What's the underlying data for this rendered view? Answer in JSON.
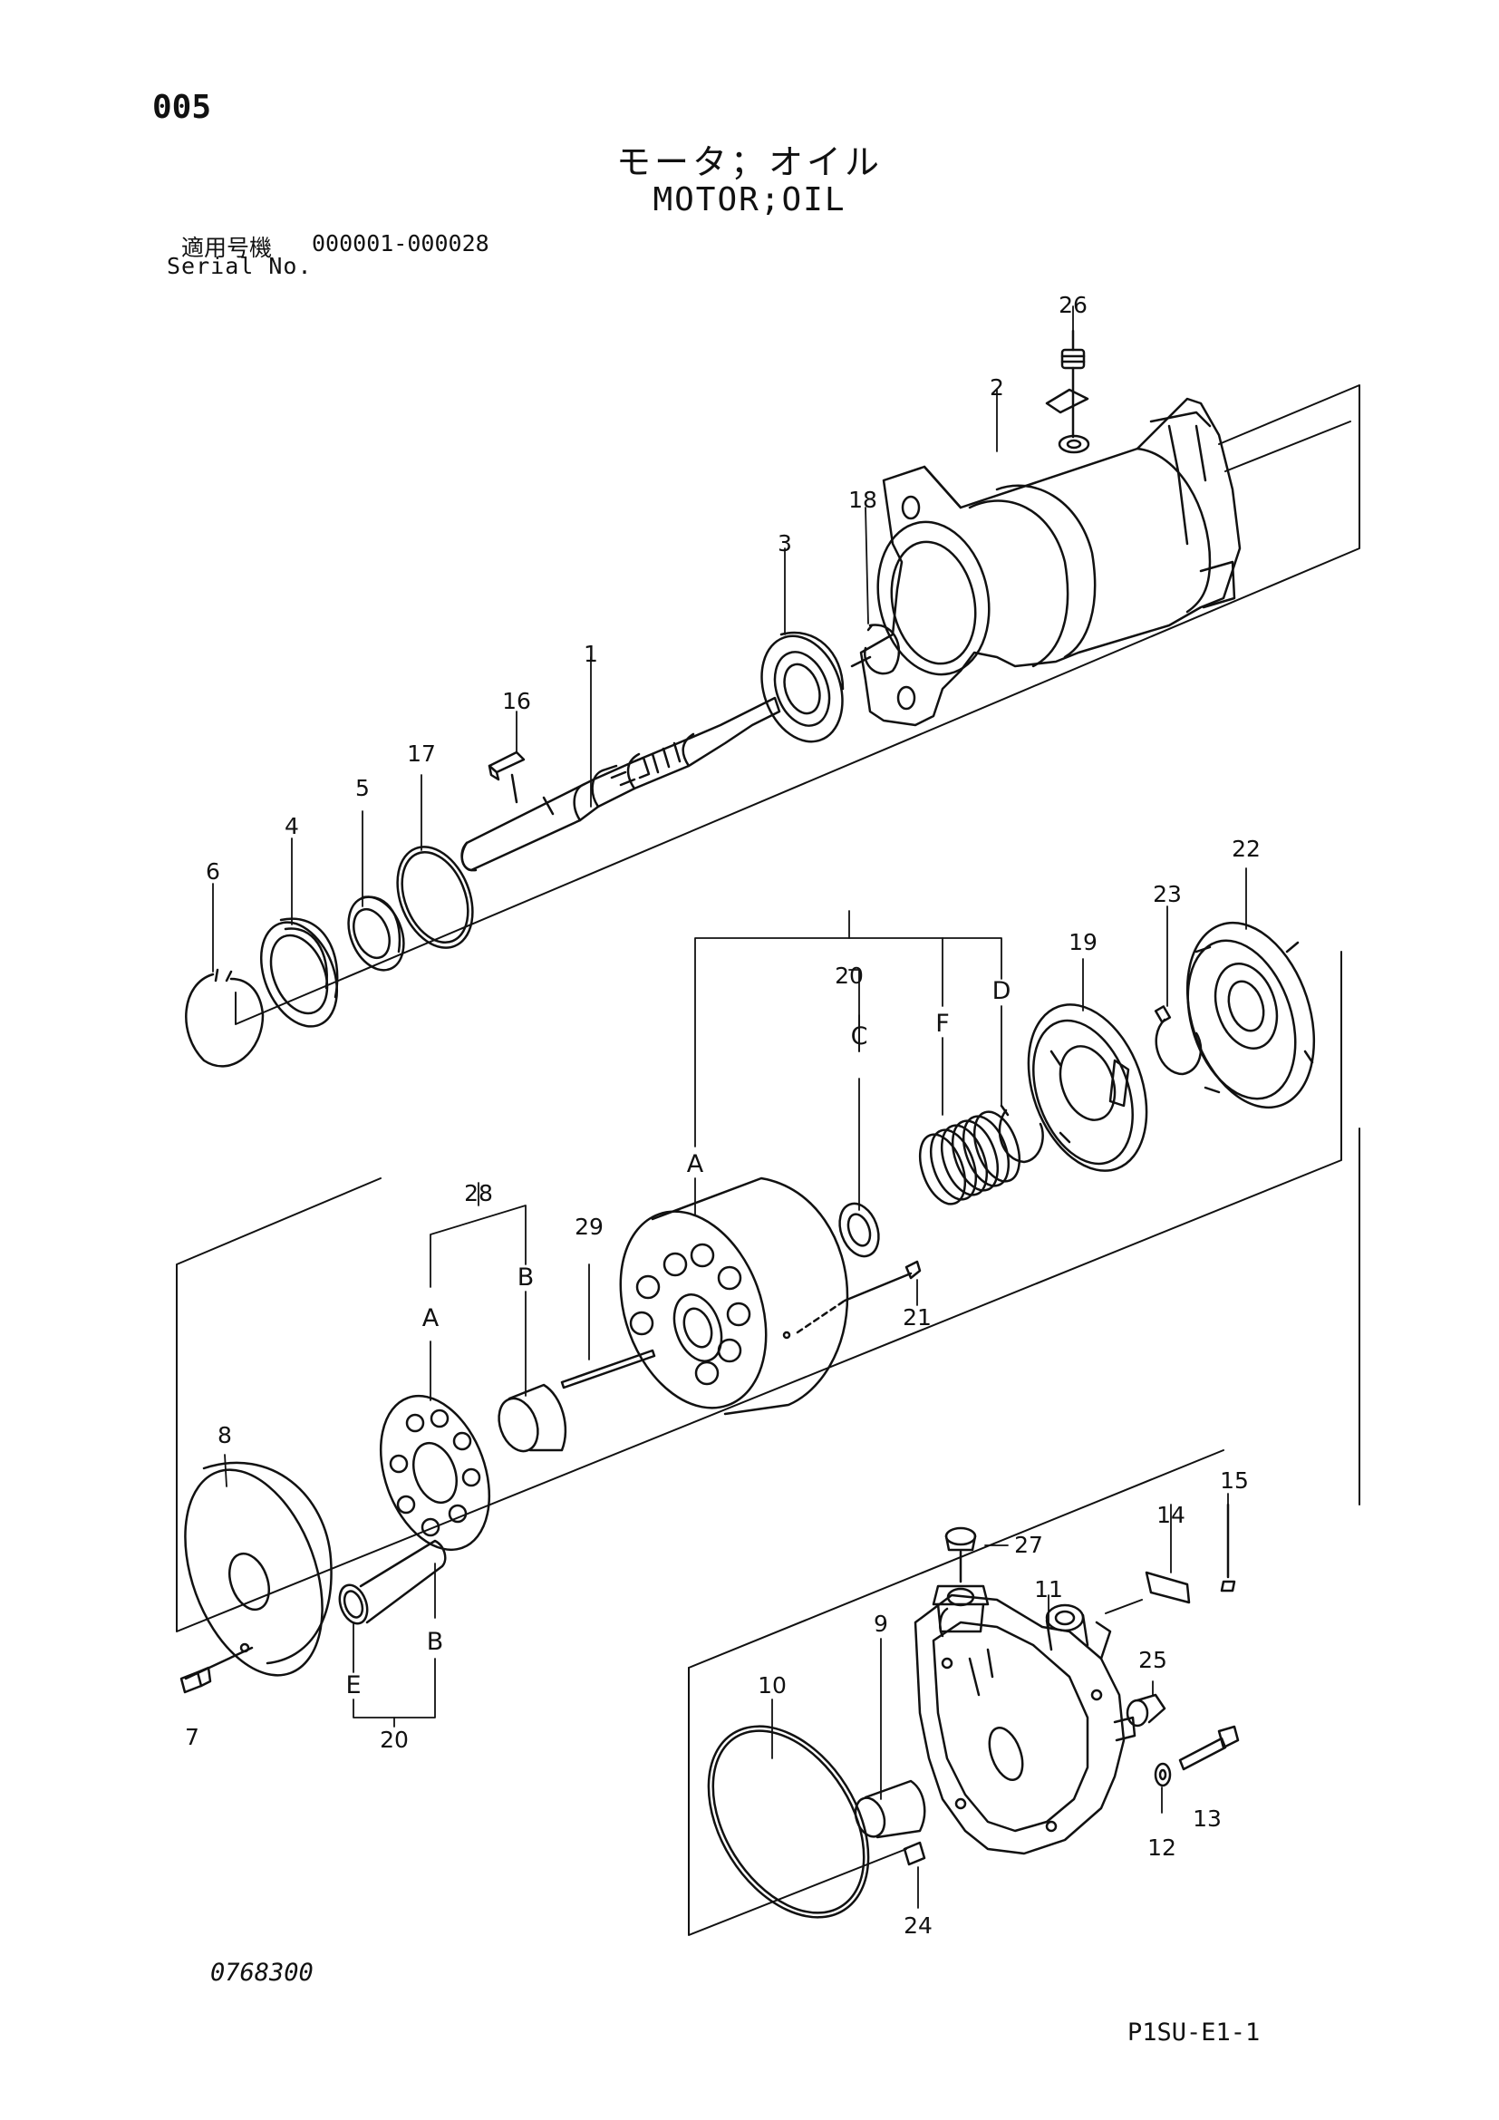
{
  "header": {
    "page_number": "005",
    "title_jp": "モータ；オイル",
    "title_en": "MOTOR;OIL",
    "serial_label_jp": "適用号機",
    "serial_range": "000001-000028",
    "serial_label_en": "Serial No."
  },
  "footer": {
    "figure_number": "0768300",
    "page_code": "P1SU-E1-1"
  },
  "callouts": [
    {
      "id": "26",
      "text": "26"
    },
    {
      "id": "2",
      "text": "2"
    },
    {
      "id": "18",
      "text": "18"
    },
    {
      "id": "3",
      "text": "3"
    },
    {
      "id": "1",
      "text": "1"
    },
    {
      "id": "16",
      "text": "16"
    },
    {
      "id": "17",
      "text": "17"
    },
    {
      "id": "5",
      "text": "5"
    },
    {
      "id": "4",
      "text": "4"
    },
    {
      "id": "6",
      "text": "6"
    },
    {
      "id": "22",
      "text": "22"
    },
    {
      "id": "23",
      "text": "23"
    },
    {
      "id": "19",
      "text": "19"
    },
    {
      "id": "20a",
      "text": "20"
    },
    {
      "id": "28",
      "text": "28"
    },
    {
      "id": "29",
      "text": "29"
    },
    {
      "id": "21",
      "text": "21"
    },
    {
      "id": "8",
      "text": "8"
    },
    {
      "id": "7",
      "text": "7"
    },
    {
      "id": "20b",
      "text": "20"
    },
    {
      "id": "15",
      "text": "15"
    },
    {
      "id": "14",
      "text": "14"
    },
    {
      "id": "27",
      "text": "27"
    },
    {
      "id": "11",
      "text": "11"
    },
    {
      "id": "9",
      "text": "9"
    },
    {
      "id": "25",
      "text": "25"
    },
    {
      "id": "10",
      "text": "10"
    },
    {
      "id": "13",
      "text": "13"
    },
    {
      "id": "12",
      "text": "12"
    },
    {
      "id": "24",
      "text": "24"
    }
  ],
  "subassembly_letters": [
    {
      "id": "A1",
      "text": "A"
    },
    {
      "id": "C",
      "text": "C"
    },
    {
      "id": "F",
      "text": "F"
    },
    {
      "id": "D",
      "text": "D"
    },
    {
      "id": "B1",
      "text": "B"
    },
    {
      "id": "A2",
      "text": "A"
    },
    {
      "id": "B2",
      "text": "B"
    },
    {
      "id": "E",
      "text": "E"
    }
  ]
}
